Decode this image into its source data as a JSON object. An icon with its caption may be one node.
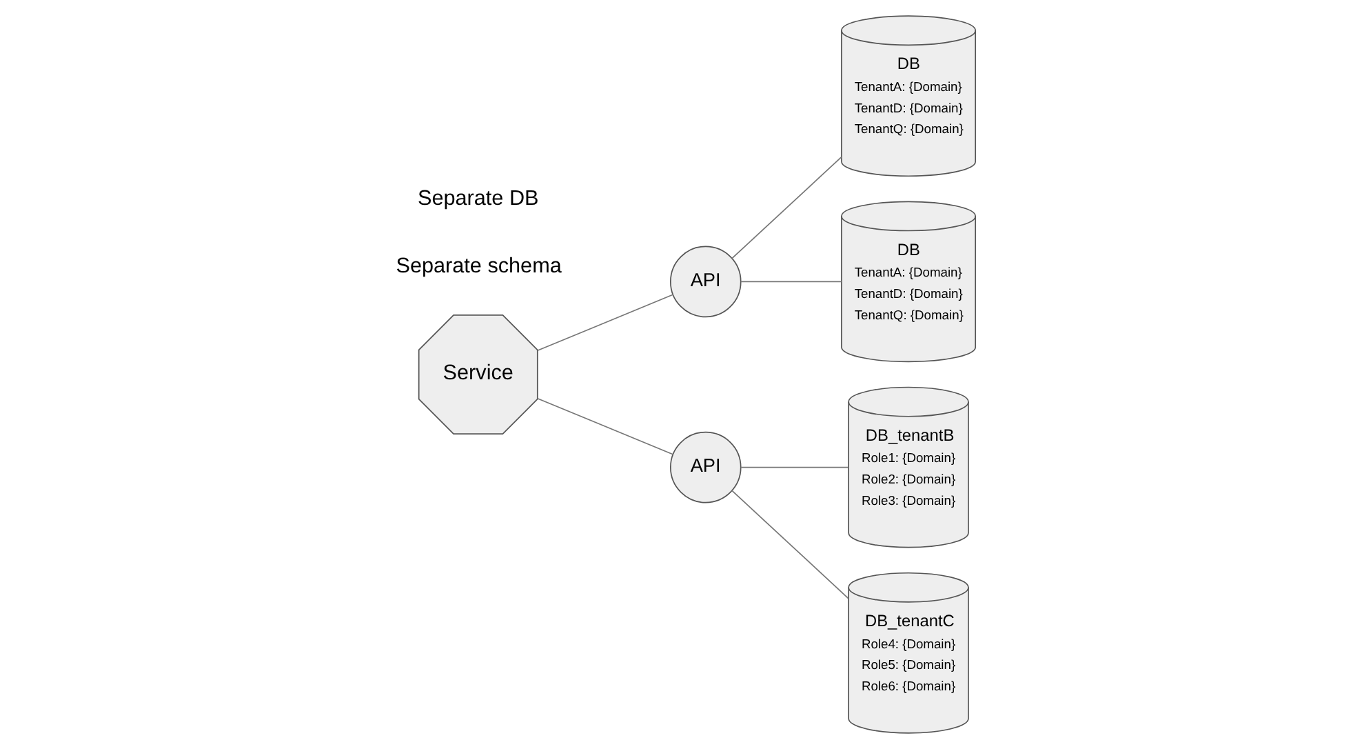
{
  "diagram": {
    "nodes": [
      {
        "text": [
          "Service"
        ]
      },
      {
        "text": [
          "API"
        ]
      },
      {
        "text": [
          "DB",
          "TenantA: {Domain}",
          "TenantD: {Domain}",
          "TenantQ: {Domain}"
        ]
      },
      {
        "text": [
          "DB",
          "TenantA: {Domain}",
          "TenantD: {Domain}",
          "TenantQ: {Domain}"
        ]
      },
      {
        "text": [
          "API"
        ]
      },
      {
        "text": [
          "DB_tenantB",
          "Role1: {Domain}",
          "Role2: {Domain}",
          "Role3: {Domain}"
        ]
      },
      {
        "text": [
          "DB_tenantC",
          "Role4: {Domain}",
          "Role5: {Domain}",
          "Role6: {Domain}"
        ]
      }
    ],
    "edges": [
      {
        "from": 0,
        "to": 1,
        "arrow": "none"
      },
      {
        "from": 1,
        "to": 2,
        "arrow": "none"
      },
      {
        "from": 1,
        "to": 3,
        "arrow": "none"
      },
      {
        "from": 0,
        "to": 4,
        "arrow": "none"
      },
      {
        "from": 4,
        "to": 5,
        "arrow": "none"
      },
      {
        "from": 4,
        "to": 6,
        "arrow": "none"
      }
    ],
    "labels": [
      "Separate schema",
      "Separate DB"
    ]
  }
}
